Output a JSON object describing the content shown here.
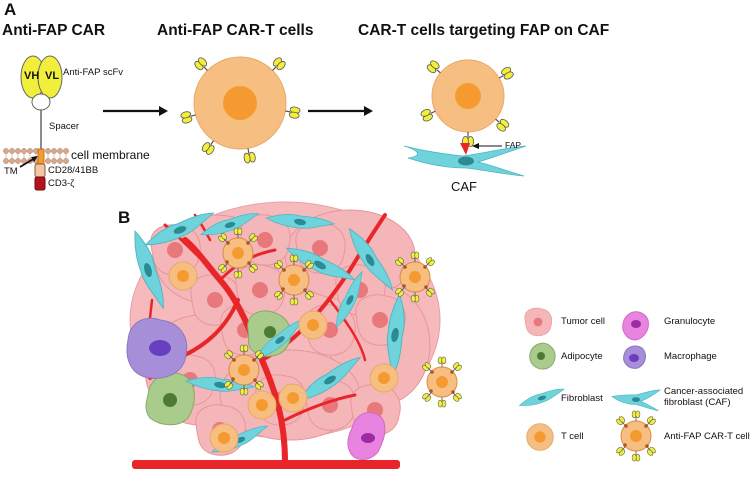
{
  "panel_a": {
    "label": "A",
    "titles": [
      "Anti-FAP CAR",
      "Anti-FAP CAR-T cells",
      "CAR-T cells targeting FAP on CAF"
    ],
    "car_parts": {
      "vh": "VH",
      "vl": "VL",
      "scfv": "Anti-FAP scFv",
      "spacer": "Spacer",
      "membrane": "cell membrane",
      "tm": "TM",
      "costim": "CD28/41BB",
      "cd3": "CD3-ζ"
    },
    "fap": "FAP",
    "caf": "CAF"
  },
  "panel_b": {
    "label": "B",
    "legend": [
      {
        "label": "Tumor cell",
        "icon": "tumor-cell-icon"
      },
      {
        "label": "Granulocyte",
        "icon": "granulocyte-icon"
      },
      {
        "label": "Adipocyte",
        "icon": "adipocyte-icon"
      },
      {
        "label": "Macrophage",
        "icon": "macrophage-icon"
      },
      {
        "label": "Fibroblast",
        "icon": "fibroblast-icon"
      },
      {
        "label": "Cancer-associated fibroblast (CAF)",
        "icon": "caf-icon"
      },
      {
        "label": "T cell",
        "icon": "t-cell-icon"
      },
      {
        "label": "Anti-FAP CAR-T cell",
        "icon": "car-t-cell-icon"
      }
    ]
  },
  "colors": {
    "tumor": "#f4b6b9",
    "tumor_nucleus": "#e8787c",
    "t_cell": "#f7be82",
    "t_cell_nucleus": "#f59a30",
    "receptor": "#f2ee3c",
    "fibroblast": "#6fd3dc",
    "vessel": "#e8262a",
    "adipocyte": "#a9cc8d",
    "macrophage": "#a68fd8",
    "granulocyte": "#e884e0"
  }
}
